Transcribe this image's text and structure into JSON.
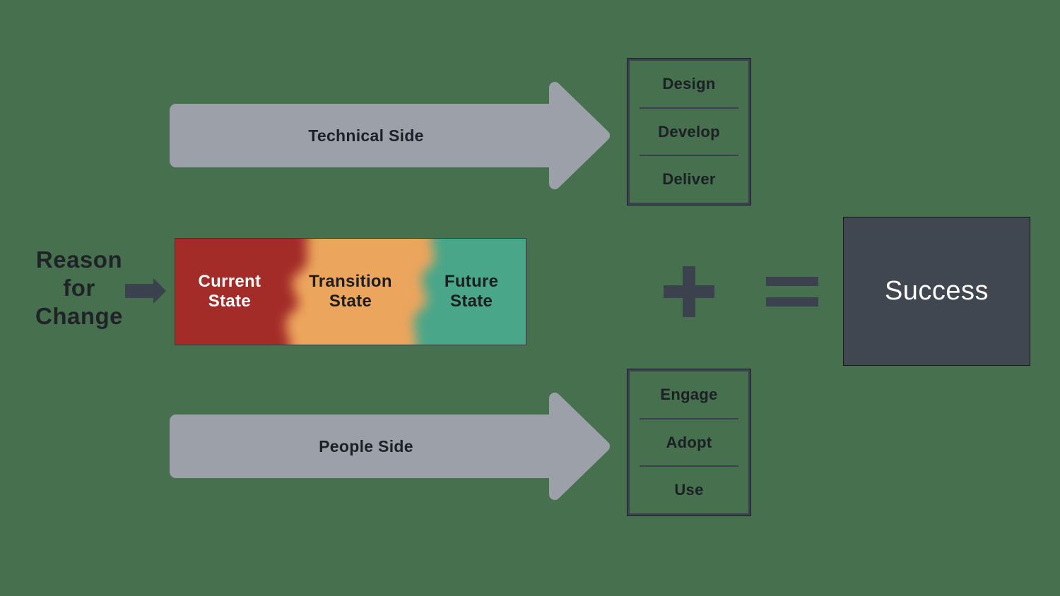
{
  "colors": {
    "background": "#47704E",
    "arrow_gray": "#9CA1A9",
    "dark_slate": "#3B414D",
    "success_box_fill": "#414750",
    "state_red": "#A32C28",
    "state_orange": "#ECA55D",
    "state_teal": "#49A689",
    "dark_text": "#1D2024",
    "white_text": "#FFFFFF"
  },
  "reason_label": {
    "line1": "Reason",
    "line2": "for",
    "line3": "Change"
  },
  "technical_arrow": {
    "label": "Technical Side"
  },
  "people_arrow": {
    "label": "People Side"
  },
  "states_bar": {
    "current": {
      "line1": "Current",
      "line2": "State"
    },
    "transition": {
      "line1": "Transition",
      "line2": "State"
    },
    "future": {
      "line1": "Future",
      "line2": "State"
    }
  },
  "technical_steps": [
    "Design",
    "Develop",
    "Deliver"
  ],
  "people_steps": [
    "Engage",
    "Adopt",
    "Use"
  ],
  "operators": {
    "plus": "+",
    "equals": "="
  },
  "success": {
    "label": "Success"
  }
}
